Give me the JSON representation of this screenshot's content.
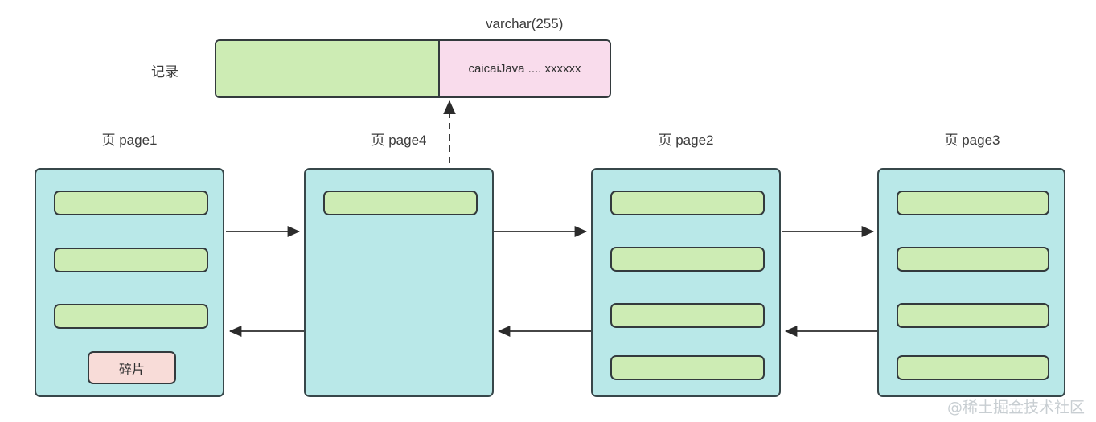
{
  "diagram": {
    "title_watermark": "@稀土掘金技术社区",
    "record": {
      "label": "记录",
      "column_type_label": "varchar(255)",
      "overflow_text": "caicaiJava .... xxxxxx",
      "segments": [
        {
          "name": "inline-columns",
          "color": "#cdecb4",
          "text": ""
        },
        {
          "name": "varchar-column",
          "color": "#f9dcec",
          "text": "caicaiJava .... xxxxxx"
        }
      ]
    },
    "pages": [
      {
        "id": "page1",
        "title": "页 page1",
        "rows": [
          "",
          "",
          ""
        ],
        "fragment_label": "碎片",
        "has_fragment": true
      },
      {
        "id": "page4",
        "title": "页 page4",
        "rows": [
          ""
        ],
        "fragment_label": "",
        "has_fragment": false
      },
      {
        "id": "page2",
        "title": "页 page2",
        "rows": [
          "",
          "",
          "",
          ""
        ],
        "fragment_label": "",
        "has_fragment": false
      },
      {
        "id": "page3",
        "title": "页 page3",
        "rows": [
          "",
          "",
          "",
          ""
        ],
        "fragment_label": "",
        "has_fragment": false
      }
    ],
    "colors": {
      "page_fill": "#b9e8e8",
      "row_fill": "#cdecb4",
      "overflow_fill": "#f9dcec",
      "fragment_fill": "#f8dcd8",
      "stroke": "#333a3d",
      "watermark": "#c8ced2"
    },
    "links": [
      {
        "name": "page1-to-page4",
        "direction": "right",
        "style": "solid"
      },
      {
        "name": "page4-to-page1",
        "direction": "left",
        "style": "solid"
      },
      {
        "name": "page4-to-page2",
        "direction": "right",
        "style": "solid"
      },
      {
        "name": "page2-to-page4",
        "direction": "left",
        "style": "solid"
      },
      {
        "name": "page2-to-page3",
        "direction": "right",
        "style": "solid"
      },
      {
        "name": "page3-to-page2",
        "direction": "left",
        "style": "solid"
      },
      {
        "name": "page4-row-to-overflow-record",
        "direction": "up",
        "style": "dashed"
      }
    ]
  }
}
